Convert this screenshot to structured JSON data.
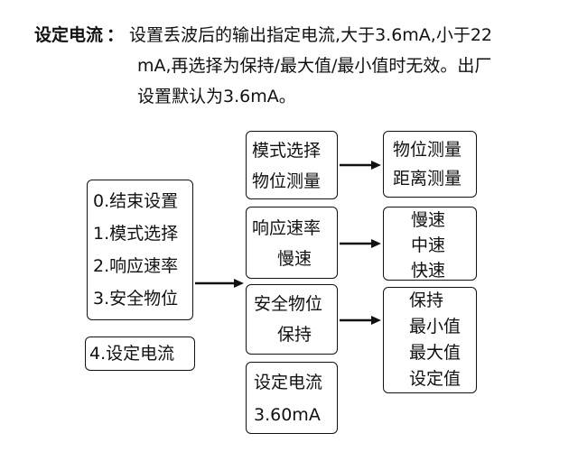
{
  "description": {
    "term": "设定电流",
    "colon": "：",
    "line1": "设置丢波后的输出指定电流,大于3.6mA,小于22",
    "line2": "mA,再选择为保持/最大值/最小值时无效。出厂",
    "line3": "设置默认为3.6mA。"
  },
  "main_menu": {
    "items": [
      "0.结束设置",
      "1.模式选择",
      "2.响应速率",
      "3.安全物位"
    ],
    "extra": "4.设定电流"
  },
  "submenus": [
    {
      "title": "模式选择",
      "value": "物位测量",
      "options": [
        "物位测量",
        "距离测量"
      ]
    },
    {
      "title": "响应速率",
      "value": "慢速",
      "options": [
        "慢速",
        "中速",
        "快速"
      ]
    },
    {
      "title": "安全物位",
      "value": "保持",
      "options": [
        "保持",
        "最小值",
        "最大值",
        "设定值"
      ]
    },
    {
      "title": "设定电流",
      "value": "3.60mA"
    }
  ]
}
